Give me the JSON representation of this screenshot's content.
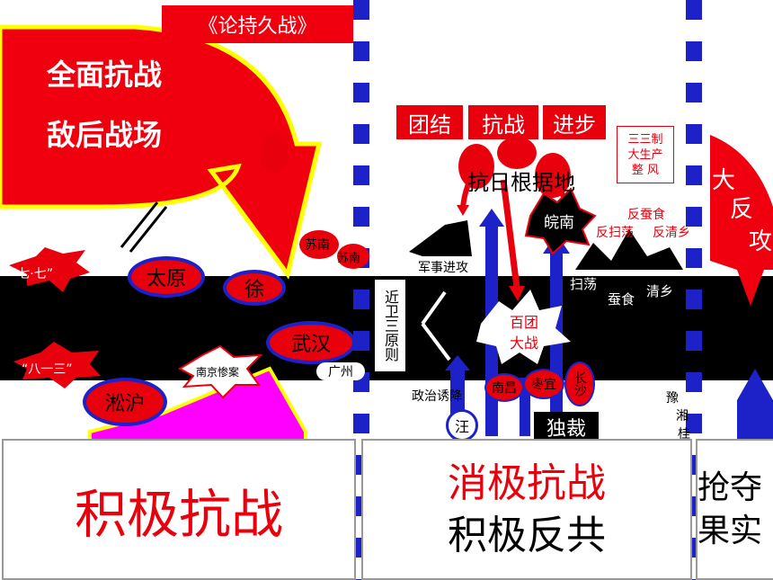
{
  "top_title": "《论持久战》",
  "big_arrow": {
    "line1": "全面抗战",
    "line2": "敌后战场"
  },
  "tags": {
    "qiqi": "“七·七”",
    "bayisan": "“八一三”"
  },
  "cities": {
    "taiyuan": "太原",
    "wuhan": "武汉",
    "songhu": "淞沪",
    "xu": "徐",
    "guangzhou": "广州",
    "nanchang": "南昌",
    "zaoyi": "枣宜",
    "changsha": "长沙",
    "suinan1": "苏南",
    "suinan2": "苏南",
    "wannan": "皖南"
  },
  "nanjing": "南京惨案",
  "keywords": {
    "tuanjie": "团结",
    "kangzhan": "抗战",
    "jinbu": "进步"
  },
  "sansan": {
    "l1": "三三制",
    "l2": "大生产",
    "l3": "整 风"
  },
  "base_area": "抗日根据地",
  "big_counter": {
    "c1": "大",
    "c2": "反",
    "c3": "攻"
  },
  "anti": {
    "a1": "反蚕食",
    "a2": "反扫荡",
    "a3": "反清乡"
  },
  "military": "军事进攻",
  "political": "政治诱降",
  "jinwei": "近卫三原则",
  "wang": "汪",
  "baituan": {
    "l1": "百团",
    "l2": "大战"
  },
  "mountains": {
    "m1": "扫荡",
    "m2": "蚕食",
    "m3": "清乡"
  },
  "dictator": "独裁",
  "yuxiang": {
    "l1": "豫",
    "l2": "湘",
    "l3": "桂"
  },
  "panels": {
    "left": "积极抗战",
    "mid1": "消极抗战",
    "mid2": "积极反共",
    "right1": "抢夺",
    "right2": "果实"
  },
  "colors": {
    "red": "#e8000d",
    "blue": "#1c22c8",
    "black": "#000000",
    "magenta": "#ff00ff",
    "yellow": "#ffff00"
  }
}
